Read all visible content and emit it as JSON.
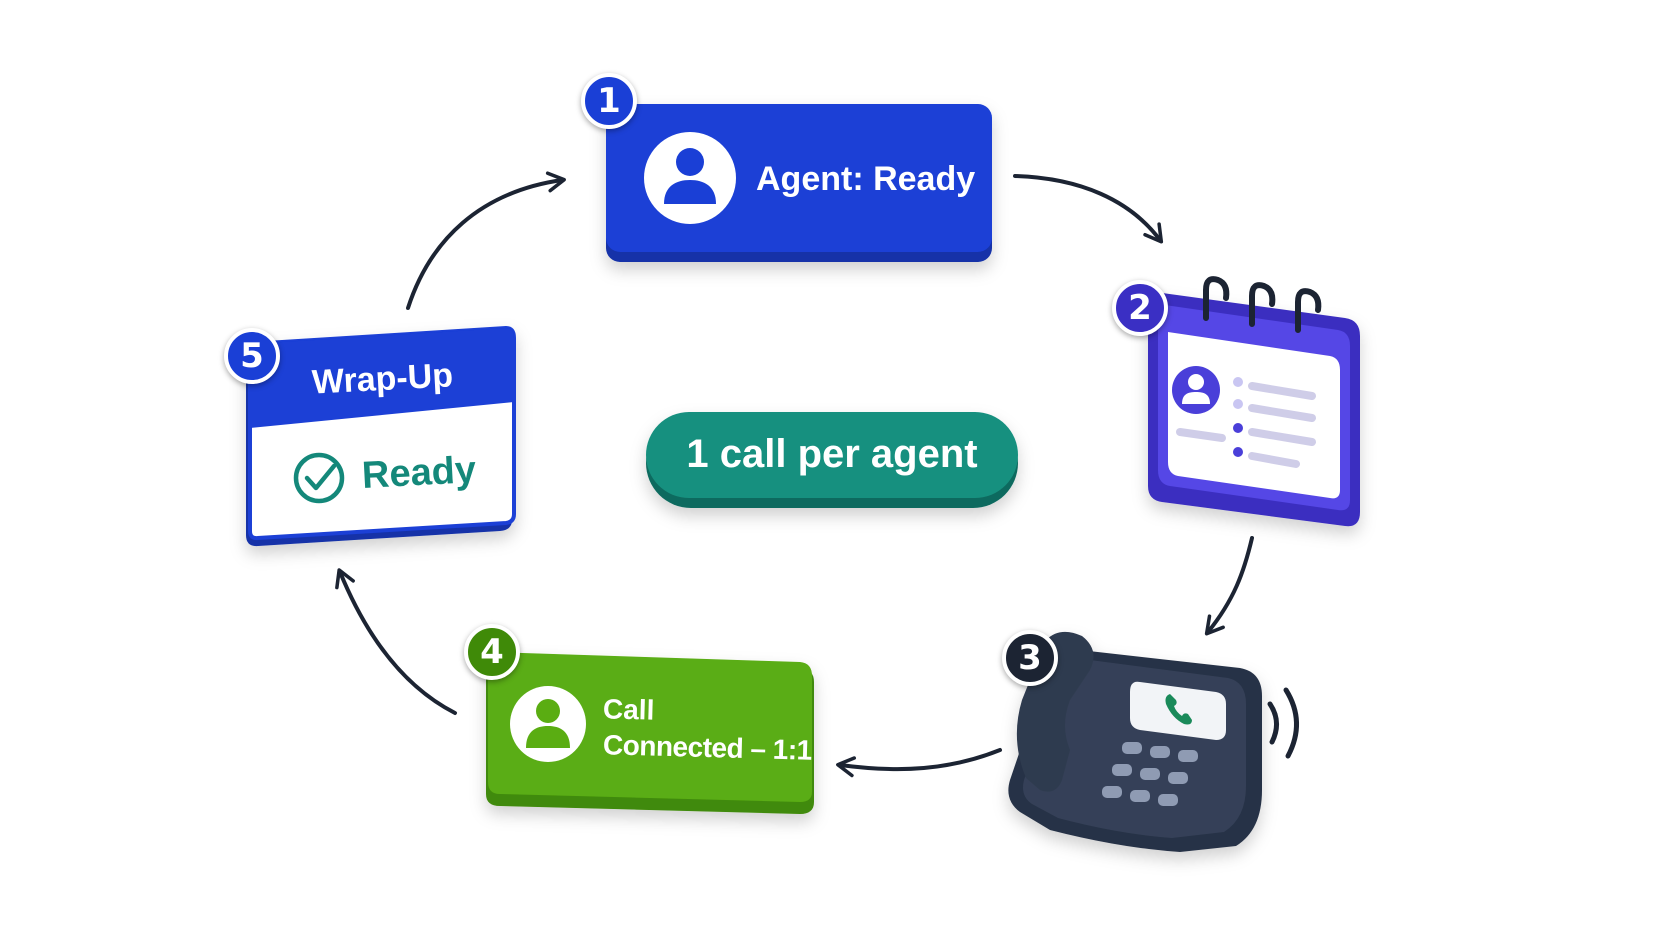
{
  "steps": [
    {
      "number": "1",
      "label": "Agent: Ready"
    },
    {
      "number": "2"
    },
    {
      "number": "3"
    },
    {
      "number": "4",
      "label_line1": "Call",
      "label_line2": "Connected – 1:1"
    },
    {
      "number": "5",
      "title": "Wrap-Up",
      "status": "Ready"
    }
  ],
  "center_pill": {
    "label": "1 call per agent"
  },
  "colors": {
    "step1": "#1a3fd6",
    "step2": "#4a3fd9",
    "step3_phone": "#2f3a4f",
    "step4": "#5aad12",
    "step5": "#1a3fd6",
    "ready_green": "#14887a",
    "pill": "#17907f",
    "arrow": "#1c2433"
  },
  "icons": [
    "user-avatar-icon",
    "calendar-contact-icon",
    "desk-phone-icon",
    "phone-receiver-icon",
    "check-circle-icon",
    "sound-waves-icon",
    "flow-arrow-icon"
  ]
}
